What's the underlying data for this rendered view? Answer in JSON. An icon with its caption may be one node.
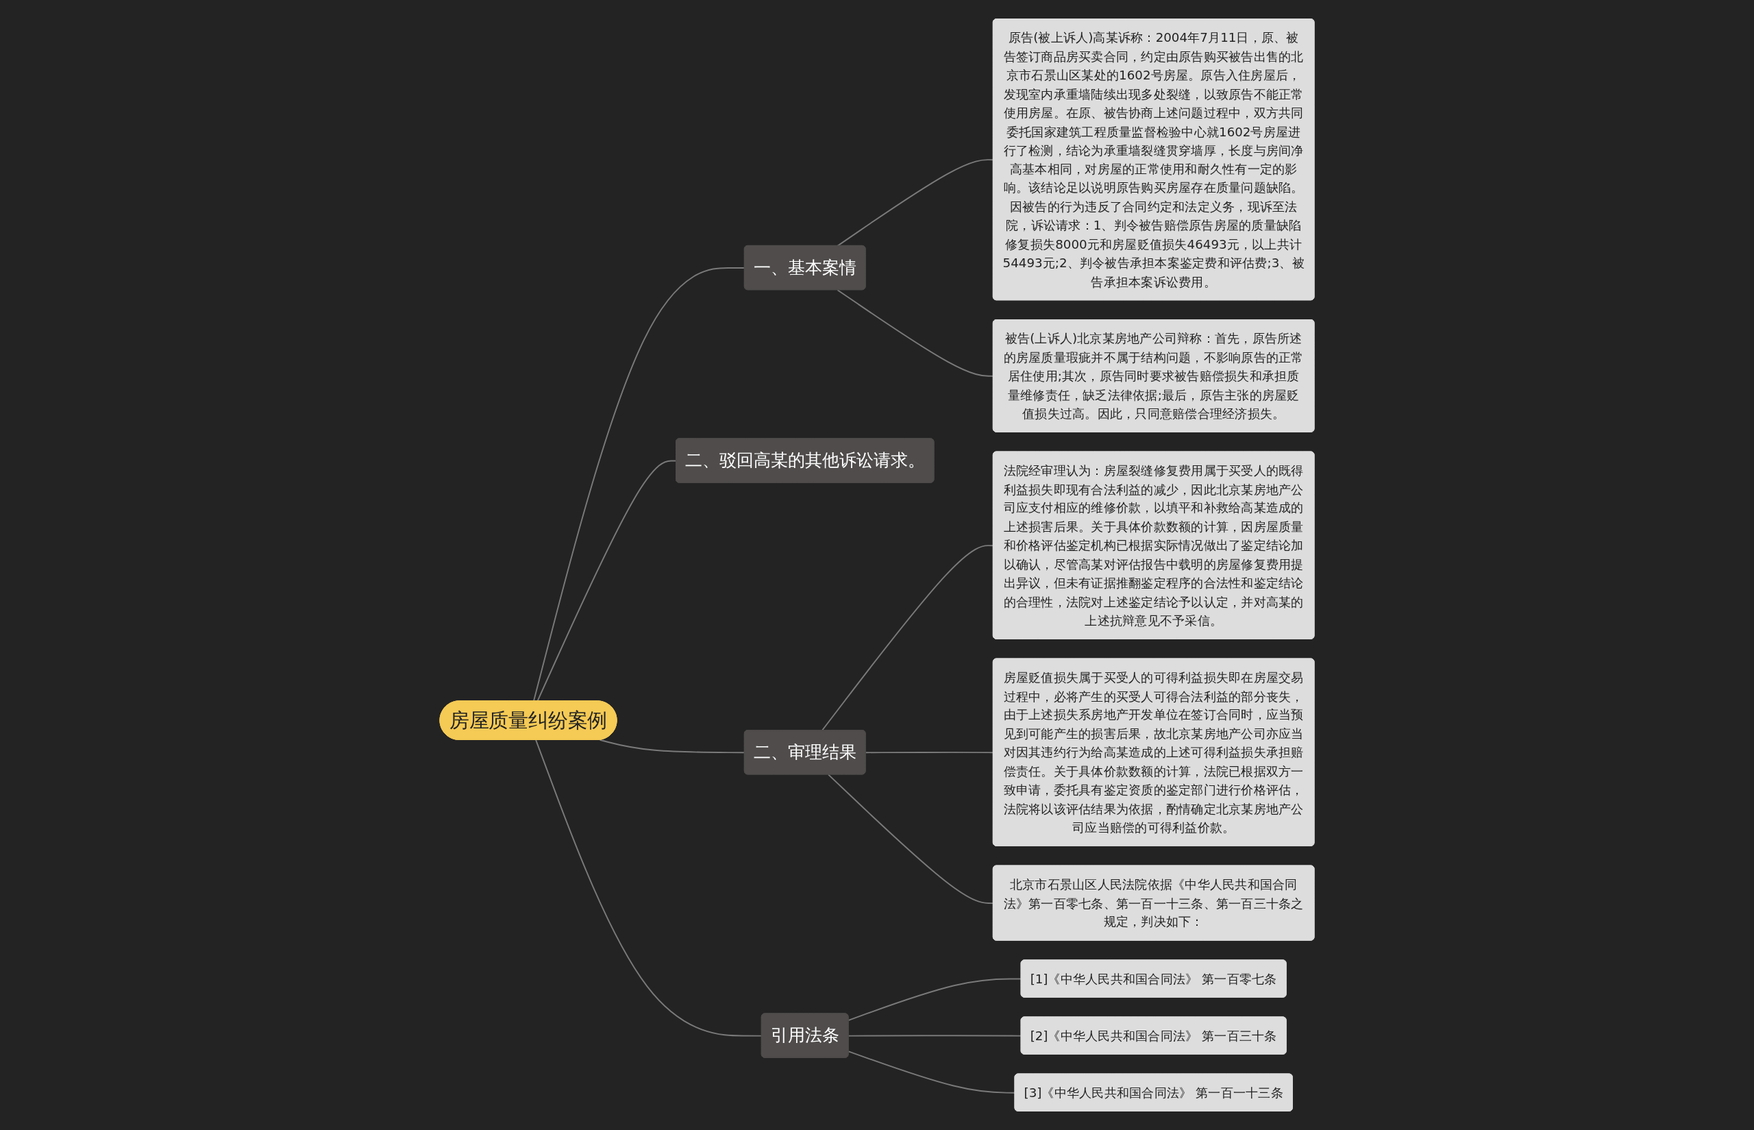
{
  "diagram": {
    "nodes": [
      {
        "text": [
          "房屋质量纠纷案例"
        ]
      },
      {
        "text": [
          "一、基本案情"
        ]
      },
      {
        "text": [
          "原告(被上诉人)高某诉称：2004年7月11日，原、被告签订商品房买卖合同，约定由原告购买被告出售的北京市石景山区某处的1602号房屋。原告入住房屋后，发现室内承重墙陆续出现多处裂缝，以致原告不能正常使用房屋。在原、被告协商上述问题过程中，双方共同委托国家建筑工程质量监督检验中心就1602号房屋进行了检测，结论为承重墙裂缝贯穿墙厚，长度与房间净高基本相同，对房屋的正常使用和耐久性有一定的影响。该结论足以说明原告购买房屋存在质量问题缺陷。因被告的行为违反了合同约定和法定义务，现诉至法院，诉讼请求：1、判令被告赔偿原告房屋的质量缺陷修复损失8000元和房屋贬值损失46493元，以上共计54493元;2、判令被告承担本案鉴定费和评估费;3、被告承担本案诉讼费用。"
        ]
      },
      {
        "text": [
          "被告(上诉人)北京某房地产公司辩称：首先，原告所述的房屋质量瑕疵并不属于结构问题，不影响原告的正常居住使用;其次，原告同时要求被告赔偿损失和承担质量维修责任，缺乏法律依据;最后，原告主张的房屋贬值损失过高。因此，只同意赔偿合理经济损失。"
        ]
      },
      {
        "text": [
          "二、驳回高某的其他诉讼请求。"
        ]
      },
      {
        "text": [
          "二、审理结果"
        ]
      },
      {
        "text": [
          "法院经审理认为：房屋裂缝修复费用属于买受人的既得利益损失即现有合法利益的减少，因此北京某房地产公司应支付相应的维修价款，以填平和补救给高某造成的上述损害后果。关于具体价款数额的计算，因房屋质量和价格评估鉴定机构已根据实际情况做出了鉴定结论加以确认，尽管高某对评估报告中载明的房屋修复费用提出异议，但未有证据推翻鉴定程序的合法性和鉴定结论的合理性，法院对上述鉴定结论予以认定，并对高某的上述抗辩意见不予采信。"
        ]
      },
      {
        "text": [
          "房屋贬值损失属于买受人的可得利益损失即在房屋交易过程中，必将产生的买受人可得合法利益的部分丧失，由于上述损失系房地产开发单位在签订合同时，应当预见到可能产生的损害后果，故北京某房地产公司亦应当对因其违约行为给高某造成的上述可得利益损失承担赔偿责任。关于具体价款数额的计算，法院已根据双方一致申请，委托具有鉴定资质的鉴定部门进行价格评估，法院将以该评估结果为依据，酌情确定北京某房地产公司应当赔偿的可得利益价款。"
        ]
      },
      {
        "text": [
          "北京市石景山区人民法院依据《中华人民共和国合同法》第一百零七条、第一百一十三条、第一百三十条之规定，判决如下："
        ]
      },
      {
        "text": [
          "引用法条"
        ]
      },
      {
        "text": [
          "[1]《中华人民共和国合同法》 第一百零七条"
        ]
      },
      {
        "text": [
          "[2]《中华人民共和国合同法》 第一百三十条"
        ]
      },
      {
        "text": [
          "[3]《中华人民共和国合同法》 第一百一十三条"
        ]
      }
    ],
    "edges": [
      {
        "from": 0,
        "to": 1,
        "arrow": "none"
      },
      {
        "from": 1,
        "to": 2,
        "arrow": "none"
      },
      {
        "from": 1,
        "to": 3,
        "arrow": "none"
      },
      {
        "from": 0,
        "to": 4,
        "arrow": "none"
      },
      {
        "from": 0,
        "to": 5,
        "arrow": "none"
      },
      {
        "from": 5,
        "to": 6,
        "arrow": "none"
      },
      {
        "from": 5,
        "to": 7,
        "arrow": "none"
      },
      {
        "from": 5,
        "to": 8,
        "arrow": "none"
      },
      {
        "from": 0,
        "to": 9,
        "arrow": "none"
      },
      {
        "from": 9,
        "to": 10,
        "arrow": "none"
      },
      {
        "from": 9,
        "to": 11,
        "arrow": "none"
      },
      {
        "from": 9,
        "to": 12,
        "arrow": "none"
      }
    ]
  }
}
